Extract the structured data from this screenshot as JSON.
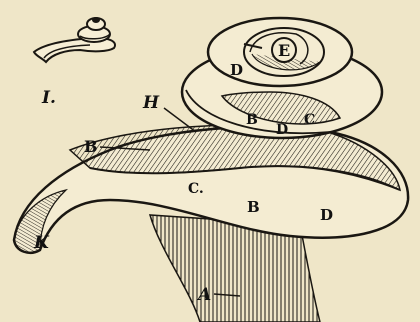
{
  "figure": {
    "inset_label": "I.",
    "labels": {
      "A": "A",
      "B_outer": "B",
      "B_mid": "B",
      "B_top": "B",
      "C_mid": "C.",
      "C_top": "C",
      "D_outer": "D",
      "D_mid": "D",
      "D_top": "D",
      "E": "E",
      "H": "H",
      "K": "K"
    }
  },
  "colors": {
    "paper": "#efe6c8",
    "ink": "#1a1712"
  }
}
